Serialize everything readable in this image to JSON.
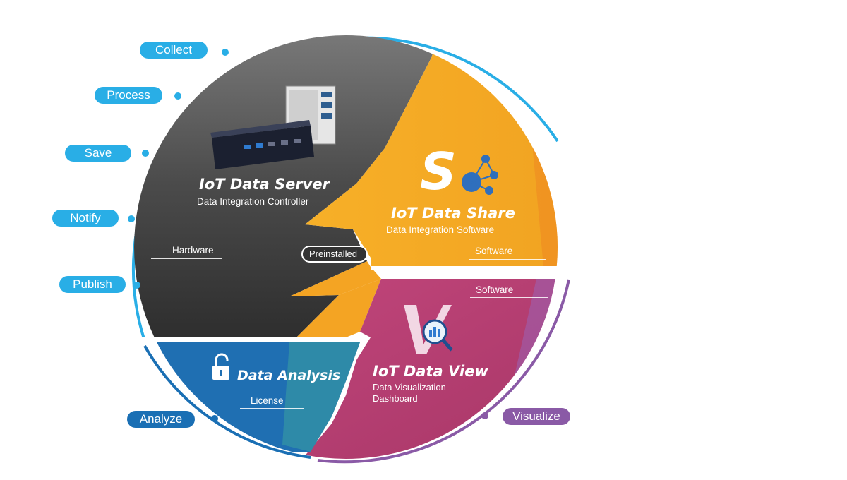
{
  "stages": {
    "collect": "Collect",
    "process": "Process",
    "save": "Save",
    "notify": "Notify",
    "publish": "Publish",
    "analyze": "Analyze",
    "visualize": "Visualize"
  },
  "server": {
    "title": "IoT Data Server",
    "subtitle": "Data Integration Controller",
    "tag": "Hardware"
  },
  "share": {
    "title": "IoT Data Share",
    "subtitle": "Data Integration Software",
    "tag": "Software"
  },
  "view": {
    "title": "IoT Data View",
    "subtitle_line1": "Data Visualization",
    "subtitle_line2": "Dashboard",
    "tag": "Software"
  },
  "analysis": {
    "title": "Data Analysis",
    "tag": "License"
  },
  "preinstalled": "Preinstalled",
  "colors": {
    "dark": "#4a4a4a",
    "orange": "#f4a423",
    "magenta": "#b4406f",
    "blue": "#1f6fb2",
    "cyan": "#29aee6",
    "purple": "#8a5aa6"
  }
}
